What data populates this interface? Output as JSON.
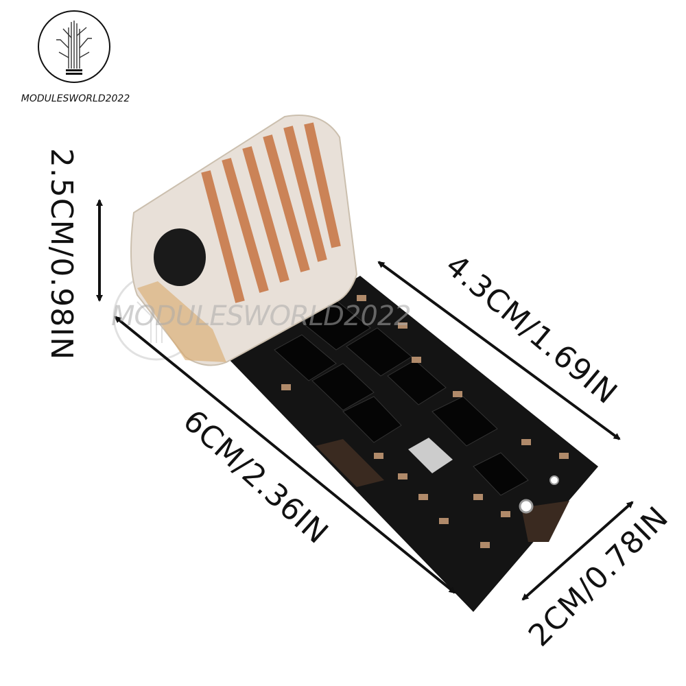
{
  "brand": {
    "name": "MODULESWORLD2022",
    "icon": "circuit-tree-logo"
  },
  "watermark": {
    "text": "MODULESWORLD2022"
  },
  "dimensions": {
    "coil_height": "2.5CM/0.98IN",
    "board_top_length": "4.3CM/1.69IN",
    "total_length": "6CM/2.36IN",
    "width": "2CM/0.78IN"
  },
  "colors": {
    "pcb": "#141414",
    "copper": "#c8794a",
    "arrow": "#111111"
  }
}
